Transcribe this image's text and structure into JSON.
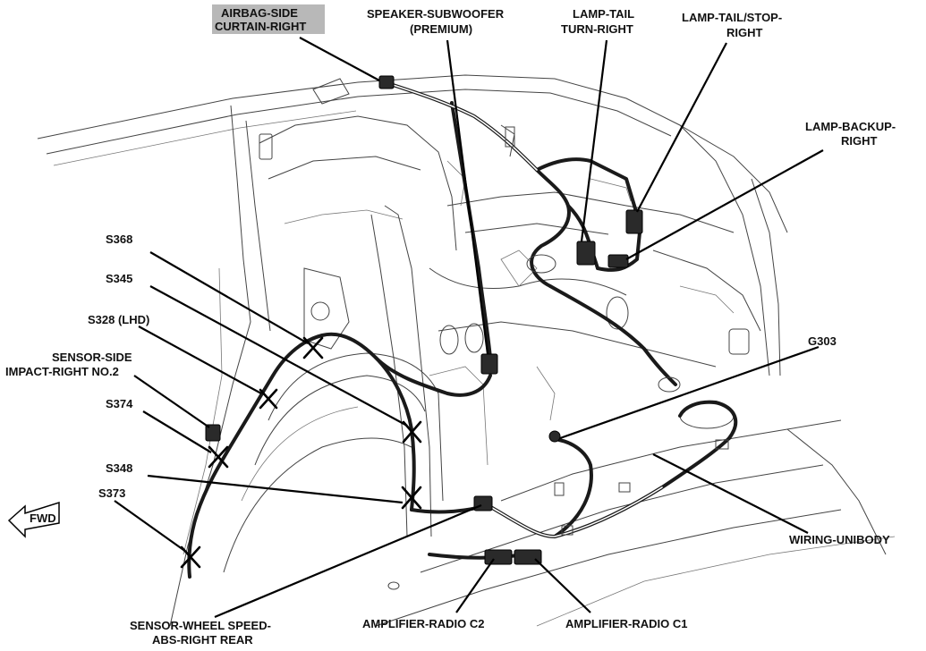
{
  "labels": {
    "airbag_side_curtain_right_1": "AIRBAG-SIDE",
    "airbag_side_curtain_right_2": "CURTAIN-RIGHT",
    "speaker_subwoofer_1": "SPEAKER-SUBWOOFER",
    "speaker_subwoofer_2": "(PREMIUM)",
    "lamp_tail_turn_right_1": "LAMP-TAIL",
    "lamp_tail_turn_right_2": "TURN-RIGHT",
    "lamp_tail_stop_right_1": "LAMP-TAIL/STOP-",
    "lamp_tail_stop_right_2": "RIGHT",
    "lamp_backup_right_1": "LAMP-BACKUP-",
    "lamp_backup_right_2": "RIGHT",
    "s368": "S368",
    "s345": "S345",
    "s328": "S328 (LHD)",
    "sensor_side_impact_1": "SENSOR-SIDE",
    "sensor_side_impact_2": "IMPACT-RIGHT NO.2",
    "s374": "S374",
    "s348": "S348",
    "s373": "S373",
    "g303": "G303",
    "wiring_unibody": "WIRING-UNIBODY",
    "sensor_wheel_speed_1": "SENSOR-WHEEL SPEED-",
    "sensor_wheel_speed_2": "ABS-RIGHT REAR",
    "amplifier_radio_c2": "AMPLIFIER-RADIO C2",
    "amplifier_radio_c1": "AMPLIFIER-RADIO C1",
    "fwd_arrow": "FWD"
  },
  "colors": {
    "highlight_label_bg": "#b8b8b8",
    "line": "#000000",
    "background": "#ffffff"
  },
  "icons": {
    "splice_marker": "x-mark",
    "direction_indicator": "fwd-arrow"
  }
}
